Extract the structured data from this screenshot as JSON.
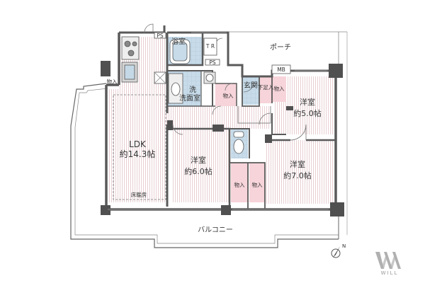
{
  "rooms": {
    "ldk": {
      "name": "LDK",
      "size": "約14.3帖",
      "floor_heating": "床暖房"
    },
    "bedroom_a": {
      "name": "洋室",
      "size": "約6.0帖"
    },
    "bedroom_b": {
      "name": "洋室",
      "size": "約7.0帖"
    },
    "bedroom_c": {
      "name": "洋室",
      "size": "約5.0帖"
    }
  },
  "labels": {
    "bath": "浴室",
    "washroom": "洗面室",
    "entrance": "玄関",
    "porch": "ポーチ",
    "balcony": "バルコニー",
    "storage": "物入",
    "shoe_storage": "下足入",
    "ps": "PS",
    "tr": "T R",
    "mb": "MB"
  },
  "compass": {
    "north": "N"
  },
  "brand": {
    "name": "WILL"
  },
  "colors": {
    "wood_floor": "#f8e0e4",
    "tile_floor": "#c7dbe9",
    "storage_floor": "#f6d4da",
    "wall": "#5a5a5a",
    "column": "#505050",
    "line": "#555555",
    "logo": "#b0b0b0"
  }
}
